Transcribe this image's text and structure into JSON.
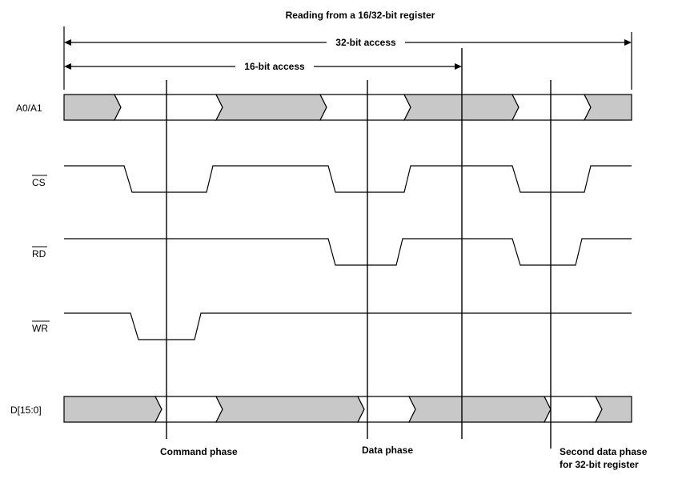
{
  "title": "Reading from a 16/32-bit register",
  "access_32": "32-bit access",
  "access_16": "16-bit access",
  "signals": {
    "a0a1": "A0/A1",
    "cs": "CS",
    "rd": "RD",
    "wr": "WR",
    "data": "D[15:0]"
  },
  "phases": {
    "command": "Command phase",
    "data": "Data phase",
    "second_line1": "Second data phase",
    "second_line2": "for 32-bit register"
  }
}
